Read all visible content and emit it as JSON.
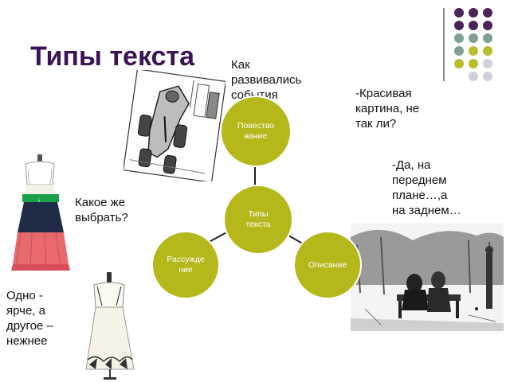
{
  "slide": {
    "title": "Типы текста",
    "captions": {
      "events": "Как\nразвивались\nсобытия",
      "beautiful": "-Красивая\nкартина, не\nтак ли?",
      "yes": "-Да, на\nпереднем\nплане…,а\nна заднем…",
      "which": "Какое же\nвыбрать?",
      "one": "Одно -\nярче, а\nдругое –\nнежнее"
    },
    "diagram": {
      "center": "Типы\nтекста",
      "top": "Повество\nвание",
      "left": "Рассужде\nние",
      "right": "Описание"
    },
    "colors": {
      "title": "#3b1455",
      "node_fill": "#b5b81a",
      "node_stroke": "#ffffff",
      "connector": "#222222",
      "dot_purple": "#4a2357",
      "dot_teal": "#7f9e98",
      "dot_olive": "#b9bc2b",
      "dot_lavender": "#d2d0dc"
    },
    "icons": [
      "race-car-drawing",
      "dress-striped-drawing",
      "dress-white-drawing",
      "park-bench-sketch"
    ]
  }
}
